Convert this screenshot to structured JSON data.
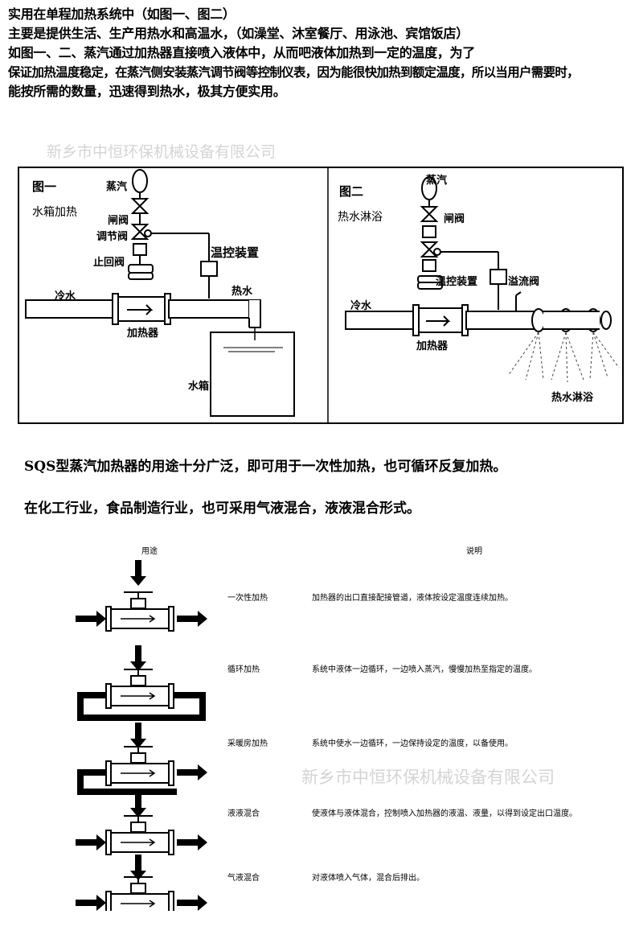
{
  "intro": {
    "line1": "实用在单程加热系统中（如图一、图二）",
    "line2": "主要是提供生活、生产用热水和高温水，（如澡堂、沐室餐厅、用泳池、宾馆饭店）",
    "line3": "如图一、二、蒸汽通过加热器直接喷入液体中，从而吧液体加热到一定的温度，为了",
    "line4": "保证加热温度稳定，在蒸汽侧安装蒸汽调节阀等控制仪表，因为能很快加热到额定温度，所以当用户需要时，",
    "line5": "能按所需的数量，迅速得到热水，极其方便实用。"
  },
  "watermark": "新乡市中恒环保机械设备有限公司",
  "fig1": {
    "title": "图一",
    "subtitle": "水箱加热",
    "steam": "蒸汽",
    "gate_valve": "闸阀",
    "reg_valve": "调节阀",
    "check_valve": "止回阀",
    "temp_ctrl": "温控装置",
    "hot_water": "热水",
    "cold_water": "冷水",
    "heater": "加热器",
    "tank": "水箱"
  },
  "fig2": {
    "title": "图二",
    "subtitle": "热水淋浴",
    "steam": "蒸汽",
    "gate_valve": "闸阀",
    "temp_ctrl": "温控装置",
    "overflow": "溢流阀",
    "cold_water": "冷水",
    "heater": "加热器",
    "shower": "热水淋浴"
  },
  "sentences": {
    "s1": "SQS型蒸汽加热器的用途十分广泛，即可用于一次性加热，也可循环反复加热。",
    "s2": "在化工行业，食品制造行业，也可采用气液混合，液液混合形式。"
  },
  "table": {
    "header_use": "用途",
    "header_desc": "说明",
    "rows": [
      {
        "use": "一次性加热",
        "desc": "加热器的出口直接配接管道，液体按设定温度连续加热。"
      },
      {
        "use": "循环加热",
        "desc": "系统中液体一边循环，一边喷入蒸汽，慢慢加热至指定的温度。"
      },
      {
        "use": "采暖房加热",
        "desc": "系统中使水一边循环，一边保持设定的温度，以备使用。"
      },
      {
        "use": "液液混合",
        "desc": "使液体与液体混合，控制喷入加热器的液温、液量，以得到设定出口温度。"
      },
      {
        "use": "气液混合",
        "desc": "对液体喷入气体，混合后排出。"
      }
    ]
  }
}
